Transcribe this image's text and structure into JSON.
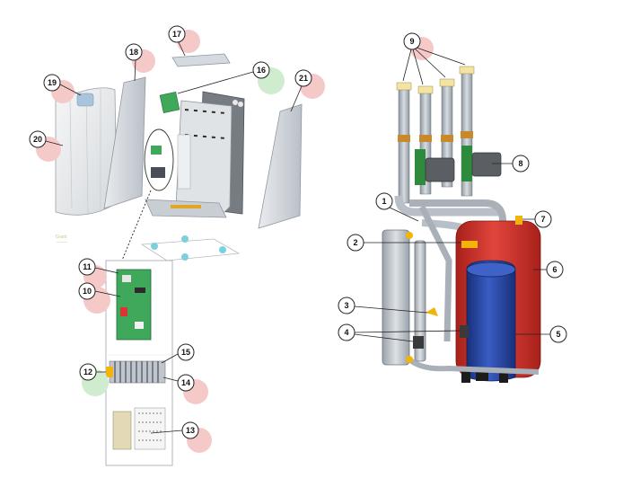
{
  "left_diagram": {
    "faint_text": [
      "Grant",
      "--------"
    ],
    "callouts": [
      "10",
      "11",
      "12",
      "13",
      "14",
      "15",
      "16",
      "17",
      "18",
      "19",
      "20",
      "21"
    ]
  },
  "right_diagram": {
    "callouts": [
      "1",
      "2",
      "3",
      "4",
      "5",
      "6",
      "7",
      "8",
      "9"
    ]
  },
  "colors": {
    "receiver_red": "#d9332b",
    "compressor_blue": "#2b49a8",
    "pipe_gray": "#b9bfc6",
    "pcb_green": "#3fa85a",
    "highlight_red": "#f6c9c9",
    "highlight_green": "#cfeccf"
  }
}
